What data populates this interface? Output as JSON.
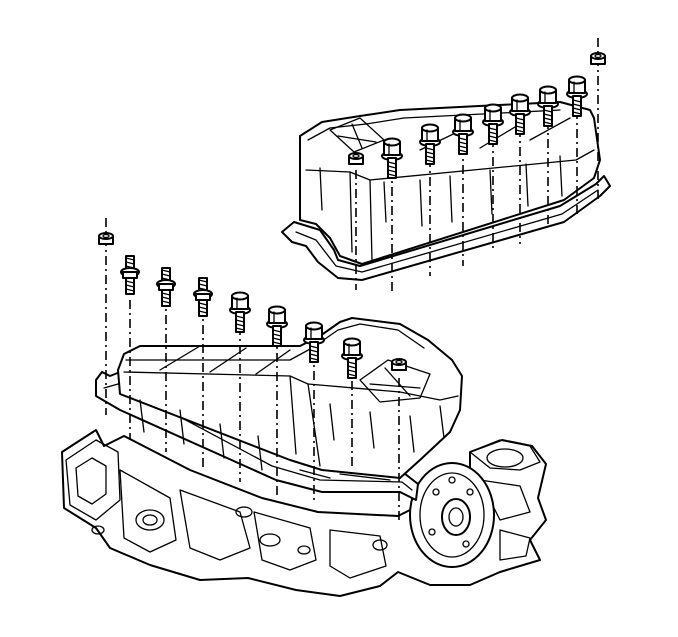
{
  "diagram": {
    "style": "line-art",
    "colors": {
      "ink": "#000000",
      "paper": "#ffffff"
    },
    "parts": [
      "engine-block",
      "lower-valve-cover",
      "upper-valve-cover",
      "gasket",
      "bolts",
      "studs",
      "nuts",
      "crankshaft-pulley"
    ]
  }
}
